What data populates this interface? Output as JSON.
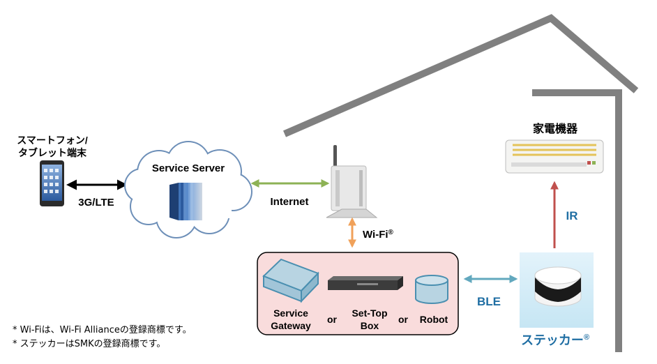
{
  "labels": {
    "smartphone_line1": "スマートフォン/",
    "smartphone_line2": "タブレット端末",
    "link_3g": "3G/LTE",
    "service_server": "Service Server",
    "internet": "Internet",
    "wifi": "Wi-Fi",
    "wifi_mark": "®",
    "appliance": "家電機器",
    "ir": "IR",
    "ble": "BLE",
    "sticker": "ステッカー",
    "sticker_mark": "®",
    "gateway_line1": "Service",
    "gateway_line2": "Gateway",
    "or_1": "or",
    "stb_line1": "Set-Top",
    "stb_line2": "Box",
    "or_2": "or",
    "robot": "Robot"
  },
  "notes": [
    "* Wi-Fiは、Wi-Fi Allianceの登録商標です。",
    "* ステッカーはSMKの登録商標です。"
  ],
  "colors": {
    "house": "#808080",
    "internet_arrow": "#8db255",
    "wifi_arrow": "#f0a15a",
    "ble_arrow": "#62a8be",
    "ir_arrow": "#c0504d",
    "cloud_stroke": "#6d8fb8",
    "gateway_fill": "#f9dcdc",
    "accent_blue": "#1f6ea3"
  }
}
